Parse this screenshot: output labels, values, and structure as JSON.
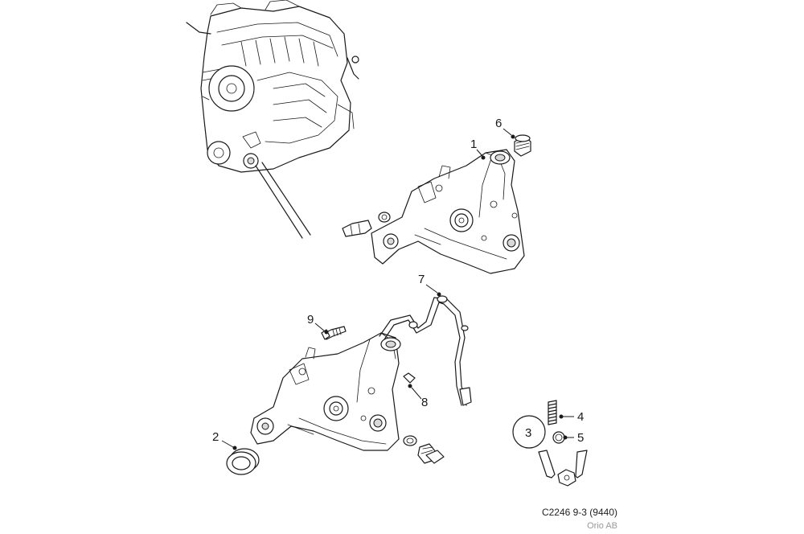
{
  "callouts": [
    {
      "id": "1",
      "label": "1"
    },
    {
      "id": "2",
      "label": "2"
    },
    {
      "id": "3",
      "label": "3"
    },
    {
      "id": "4",
      "label": "4"
    },
    {
      "id": "5",
      "label": "5"
    },
    {
      "id": "6",
      "label": "6"
    },
    {
      "id": "7",
      "label": "7"
    },
    {
      "id": "8",
      "label": "8"
    },
    {
      "id": "9",
      "label": "9"
    }
  ],
  "footer": {
    "drawing_ref": "C2246 9-3 (9440)",
    "copyright": "Orio AB"
  }
}
